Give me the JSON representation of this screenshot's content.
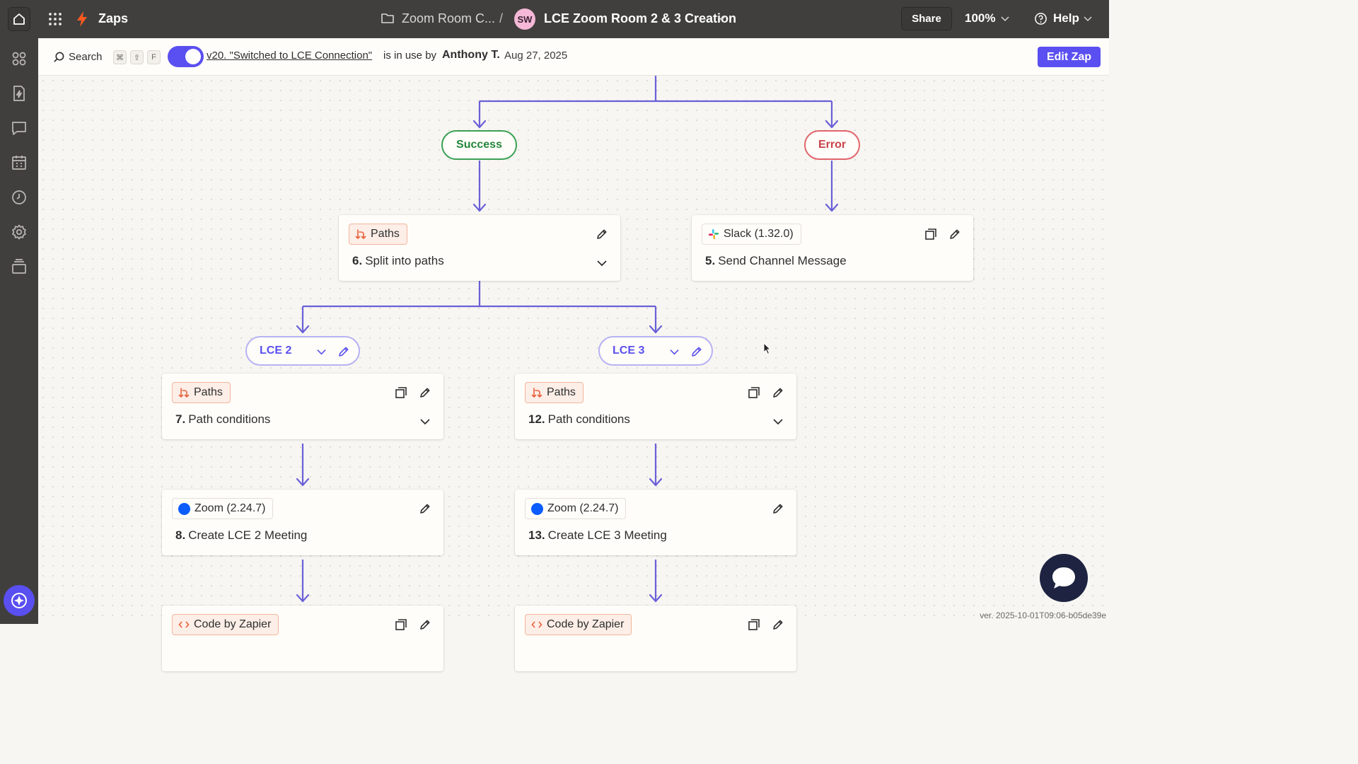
{
  "topbar": {
    "app_name": "Zaps",
    "folder_name": "Zoom Room C...",
    "separator": "/",
    "avatar_initials": "SW",
    "zap_title": "LCE Zoom Room 2 & 3 Creation",
    "share_label": "Share",
    "zoom_level": "100%",
    "help_label": "Help"
  },
  "subbar": {
    "search_label": "Search",
    "shortcut_keys": [
      "⌘",
      "⇧",
      "F"
    ],
    "toggle_on": true,
    "version_link": "v20. \"Switched to LCE Connection\"",
    "in_use_text": "is in use by",
    "user": "Anthony T.",
    "date": "Aug 27, 2025",
    "edit_button": "Edit Zap"
  },
  "flow": {
    "branch_success": "Success",
    "branch_error": "Error",
    "step6": {
      "app": "Paths",
      "number": "6.",
      "title": "Split into paths"
    },
    "step5": {
      "app": "Slack (1.32.0)",
      "number": "5.",
      "title": "Send Channel Message"
    },
    "path_lce2": "LCE 2",
    "path_lce3": "LCE 3",
    "step7": {
      "app": "Paths",
      "number": "7.",
      "title": "Path conditions"
    },
    "step12": {
      "app": "Paths",
      "number": "12.",
      "title": "Path conditions"
    },
    "step8": {
      "app": "Zoom (2.24.7)",
      "number": "8.",
      "title": "Create LCE 2 Meeting"
    },
    "step13": {
      "app": "Zoom (2.24.7)",
      "number": "13.",
      "title": "Create LCE 3 Meeting"
    },
    "step_partial_left": {
      "app": "Code by Zapier"
    },
    "step_partial_right": {
      "app": "Code by Zapier"
    }
  },
  "footer": {
    "version": "ver. 2025-10-01T09:06-b05de39e"
  },
  "colors": {
    "accent": "#5a4ff0",
    "connector": "#6a5fd8",
    "success": "#24873c",
    "error": "#c9424a",
    "paths_orange": "#e8603c",
    "zoom_blue": "#0b5cff"
  },
  "icons": {
    "home": "home-icon",
    "apps": "app-grid-icon",
    "zap": "bolt-icon",
    "folder": "folder-icon",
    "help": "help-circle-icon",
    "search": "search-icon",
    "edit": "pencil-icon",
    "copy": "copy-icon",
    "chat": "chat-bubble-icon"
  }
}
